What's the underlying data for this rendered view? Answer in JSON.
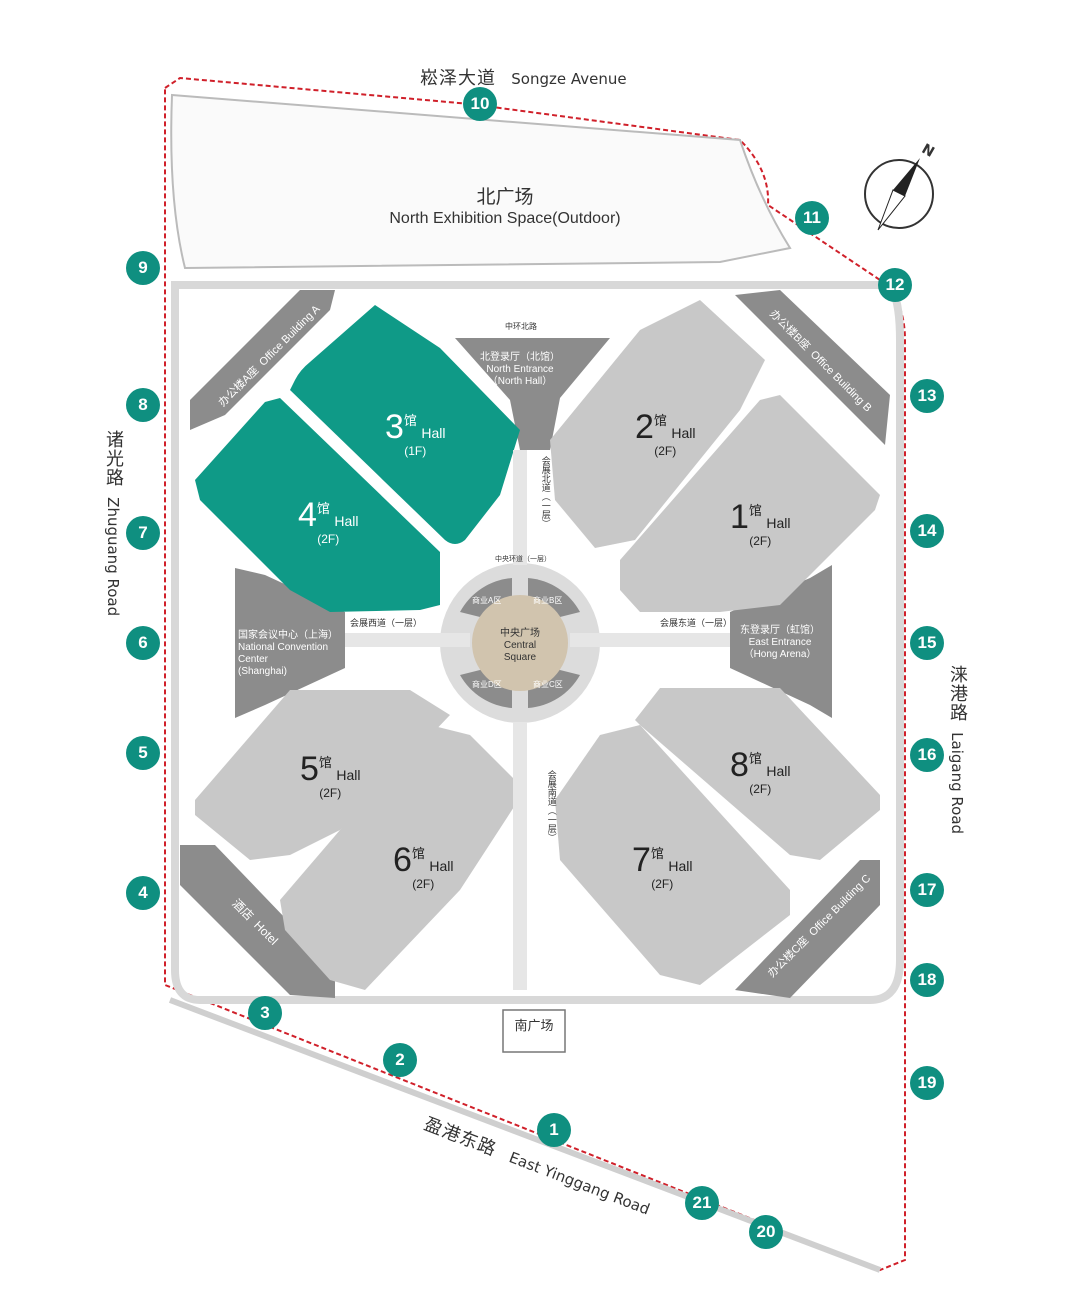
{
  "roads": {
    "north_cn": "崧泽大道",
    "north_en": "Songze Avenue",
    "west_cn": "诸光路",
    "west_en": "Zhuguang Road",
    "east_cn": "涞港路",
    "east_en": "Laigang Road",
    "south_cn": "盈港东路",
    "south_en": "East Yinggang Road"
  },
  "areas": {
    "north_plaza_cn": "北广场",
    "north_plaza_en": "North Exhibition Space(Outdoor)",
    "central_cn": "中央广场",
    "central_en1": "Central",
    "central_en2": "Square",
    "south_plaza_cn": "南广场",
    "north_entrance_cn": "北登录厅（北馆）",
    "north_entrance_en1": "North Entrance",
    "north_entrance_en2": "（North Hall）",
    "east_entrance_cn": "东登录厅（虹馆）",
    "east_entrance_en1": "East Entrance",
    "east_entrance_en2": "（Hong Arena）",
    "ncc_cn": "国家会议中心（上海）",
    "ncc_en1": "National Convention",
    "ncc_en2": "Center",
    "ncc_en3": "(Shanghai)",
    "office_a_cn": "办公楼A座",
    "office_a_en": "Office Building A",
    "office_b_cn": "办公楼B座",
    "office_b_en": "Office Building B",
    "office_c_cn": "办公楼C座",
    "office_c_en": "Office Building C",
    "hotel_cn": "酒店",
    "hotel_en": "Hotel",
    "plaza_a": "商业A区",
    "plaza_b": "商业B区",
    "plaza_c": "商业C区",
    "plaza_d": "商业D区",
    "west_path": "会展西道（一层）",
    "east_path": "会展东道（一层）",
    "north_path": "会展北道（一层）",
    "south_path": "会展南道（一层）",
    "ring_north": "中环北路",
    "central_ring": "中央环道（一层）"
  },
  "halls": [
    {
      "num": "1",
      "cn": "馆",
      "en": "Hall",
      "floor": "(2F)"
    },
    {
      "num": "2",
      "cn": "馆",
      "en": "Hall",
      "floor": "(2F)"
    },
    {
      "num": "3",
      "cn": "馆",
      "en": "Hall",
      "floor": "(1F)"
    },
    {
      "num": "4",
      "cn": "馆",
      "en": "Hall",
      "floor": "(2F)"
    },
    {
      "num": "5",
      "cn": "馆",
      "en": "Hall",
      "floor": "(2F)"
    },
    {
      "num": "6",
      "cn": "馆",
      "en": "Hall",
      "floor": "(2F)"
    },
    {
      "num": "7",
      "cn": "馆",
      "en": "Hall",
      "floor": "(2F)"
    },
    {
      "num": "8",
      "cn": "馆",
      "en": "Hall",
      "floor": "(2F)"
    }
  ],
  "gates": [
    "1",
    "2",
    "3",
    "4",
    "5",
    "6",
    "7",
    "8",
    "9",
    "10",
    "11",
    "12",
    "13",
    "14",
    "15",
    "16",
    "17",
    "18",
    "19",
    "20",
    "21"
  ],
  "compass": "N",
  "colors": {
    "teal": "#0f8f80",
    "hall_grey": "#c8c8c8",
    "hall_highlight": "#0f9a87",
    "zone_grey": "#8c8c8c",
    "boundary_red": "#d0202a"
  }
}
